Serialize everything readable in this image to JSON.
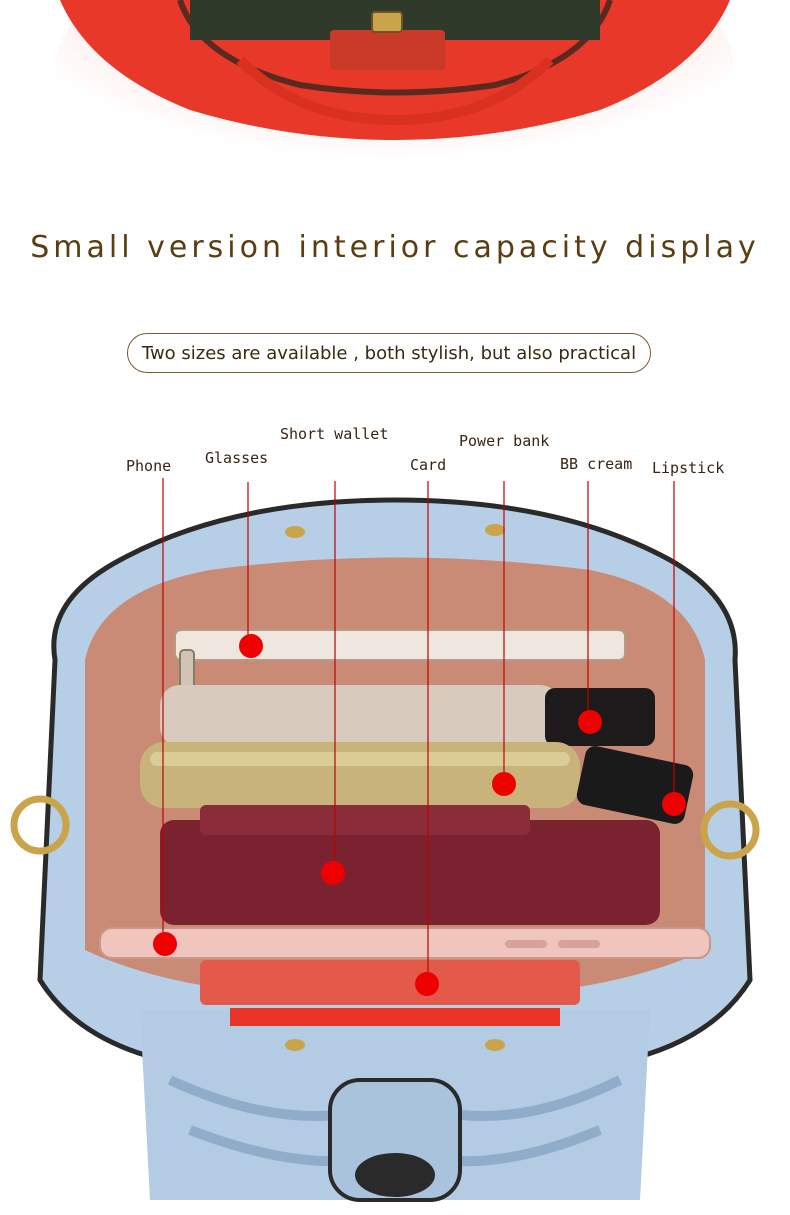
{
  "headline": "Small version interior capacity display",
  "subtitle": "Two sizes are available , both stylish, but also practical",
  "labels": {
    "phone": "Phone",
    "glasses": "Glasses",
    "short_wallet": "Short wallet",
    "card": "Card",
    "power_bank": "Power bank",
    "bb_cream": "BB cream",
    "lipstick": "Lipstick"
  },
  "colors": {
    "headline": "#5b3d12",
    "callout": "#e00000",
    "bag_outer": "#b7cfe6",
    "bag_inner": "#c98b76",
    "top_bag": "#e8382a"
  }
}
